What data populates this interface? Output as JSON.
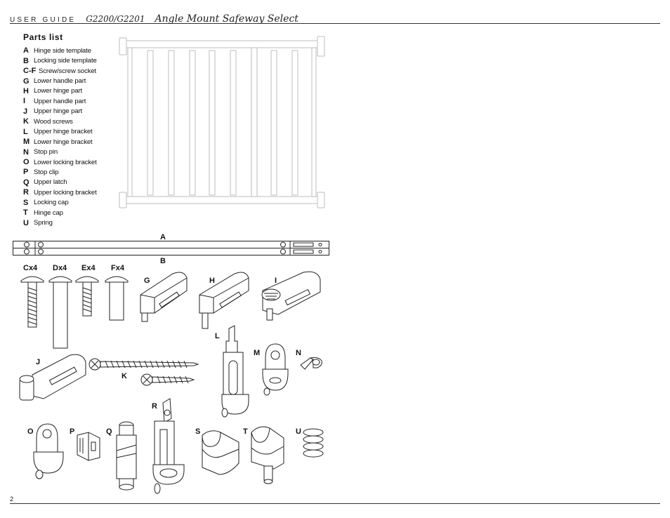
{
  "header": {
    "guide_label": "USER GUIDE",
    "model": "G2200/G2201",
    "product_name": "Angle Mount Safeway Select"
  },
  "page_number": "2",
  "parts_title": "Parts list",
  "parts": [
    {
      "letter": "A",
      "name": "Hinge side template"
    },
    {
      "letter": "B",
      "name": "Locking side template"
    },
    {
      "letter": "C-F",
      "name": "Screw/screw socket"
    },
    {
      "letter": "G",
      "name": "Lower handle part"
    },
    {
      "letter": "H",
      "name": "Lower hinge part"
    },
    {
      "letter": "I",
      "name": "Upper handle part"
    },
    {
      "letter": "J",
      "name": "Upper hinge part"
    },
    {
      "letter": "K",
      "name": "Wood screws"
    },
    {
      "letter": "L",
      "name": "Upper hinge bracket"
    },
    {
      "letter": "M",
      "name": "Lower hinge bracket"
    },
    {
      "letter": "N",
      "name": "Stop pin"
    },
    {
      "letter": "O",
      "name": "Lower locking bracket"
    },
    {
      "letter": "P",
      "name": "Stop clip"
    },
    {
      "letter": "Q",
      "name": "Upper latch"
    },
    {
      "letter": "R",
      "name": "Upper locking bracket"
    },
    {
      "letter": "S",
      "name": "Locking cap"
    },
    {
      "letter": "T",
      "name": "Hinge cap"
    },
    {
      "letter": "U",
      "name": "Spring"
    }
  ],
  "diagram_labels": {
    "A": "A",
    "B": "B",
    "Cx4": "Cx4",
    "Dx4": "Dx4",
    "Ex4": "Ex4",
    "Fx4": "Fx4",
    "G": "G",
    "H": "H",
    "I": "I",
    "J": "J",
    "K": "K",
    "L": "L",
    "M": "M",
    "N": "N",
    "O": "O",
    "P": "P",
    "Q": "Q",
    "R": "R",
    "S": "S",
    "T": "T",
    "U": "U"
  }
}
